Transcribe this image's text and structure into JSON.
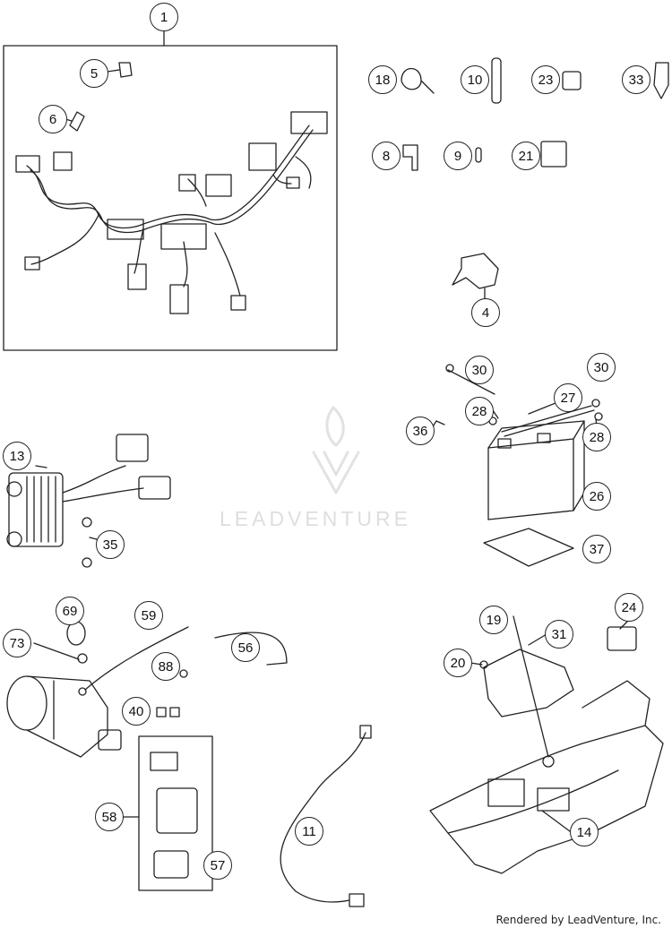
{
  "watermark": {
    "brand": "LEADVENTURE"
  },
  "footer": {
    "credit": "Rendered by LeadVenture, Inc."
  },
  "callouts": [
    {
      "id": "1",
      "label": "1"
    },
    {
      "id": "5",
      "label": "5"
    },
    {
      "id": "6",
      "label": "6"
    },
    {
      "id": "18",
      "label": "18"
    },
    {
      "id": "10",
      "label": "10"
    },
    {
      "id": "23",
      "label": "23"
    },
    {
      "id": "33",
      "label": "33"
    },
    {
      "id": "8",
      "label": "8"
    },
    {
      "id": "9",
      "label": "9"
    },
    {
      "id": "21",
      "label": "21"
    },
    {
      "id": "4",
      "label": "4"
    },
    {
      "id": "13",
      "label": "13"
    },
    {
      "id": "35",
      "label": "35"
    },
    {
      "id": "30a",
      "label": "30"
    },
    {
      "id": "30b",
      "label": "30"
    },
    {
      "id": "27",
      "label": "27"
    },
    {
      "id": "28a",
      "label": "28"
    },
    {
      "id": "28b",
      "label": "28"
    },
    {
      "id": "36",
      "label": "36"
    },
    {
      "id": "26",
      "label": "26"
    },
    {
      "id": "37",
      "label": "37"
    },
    {
      "id": "69",
      "label": "69"
    },
    {
      "id": "59",
      "label": "59"
    },
    {
      "id": "73",
      "label": "73"
    },
    {
      "id": "56",
      "label": "56"
    },
    {
      "id": "88",
      "label": "88"
    },
    {
      "id": "40",
      "label": "40"
    },
    {
      "id": "58",
      "label": "58"
    },
    {
      "id": "57",
      "label": "57"
    },
    {
      "id": "11",
      "label": "11"
    },
    {
      "id": "19",
      "label": "19"
    },
    {
      "id": "24",
      "label": "24"
    },
    {
      "id": "31",
      "label": "31"
    },
    {
      "id": "20",
      "label": "20"
    },
    {
      "id": "14",
      "label": "14"
    }
  ]
}
